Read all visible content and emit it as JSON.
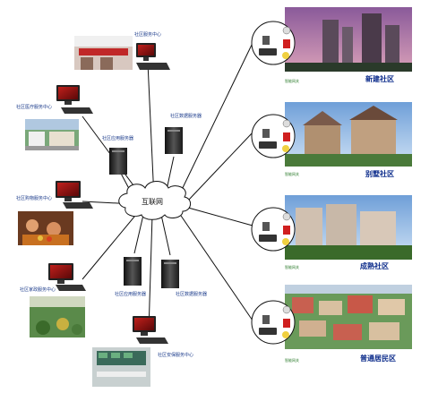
{
  "diagram": {
    "center_label": "互联网",
    "left_nodes": [
      {
        "label": "社区服务中心"
      },
      {
        "label": "社区医疗服务中心"
      },
      {
        "label": "社区购物服务中心"
      },
      {
        "label": "社区家政服务中心"
      },
      {
        "label": "社区安保服务中心"
      }
    ],
    "servers": [
      {
        "label": "社区应用服务器"
      },
      {
        "label": "社区数据服务器"
      },
      {
        "label": "社区应用服务器"
      },
      {
        "label": "社区数据服务器"
      }
    ],
    "communities": [
      {
        "name": "新建社区",
        "gateway_label": "智能网关"
      },
      {
        "name": "别墅社区",
        "gateway_label": "智能网关"
      },
      {
        "name": "成熟社区",
        "gateway_label": "智能网关"
      },
      {
        "name": "普通居民区",
        "gateway_label": "智能网关"
      }
    ]
  }
}
